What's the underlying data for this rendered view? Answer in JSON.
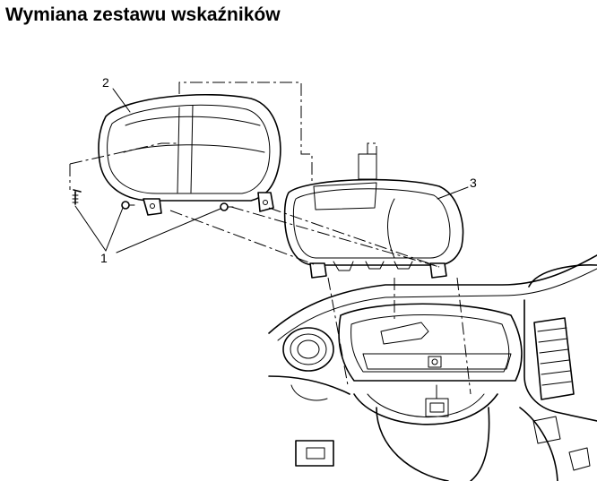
{
  "title": "Wymiana zestawu wskaźników",
  "callouts": [
    {
      "id": "bezel",
      "label": "2"
    },
    {
      "id": "cluster",
      "label": "3"
    },
    {
      "id": "screws",
      "label": "1"
    }
  ]
}
